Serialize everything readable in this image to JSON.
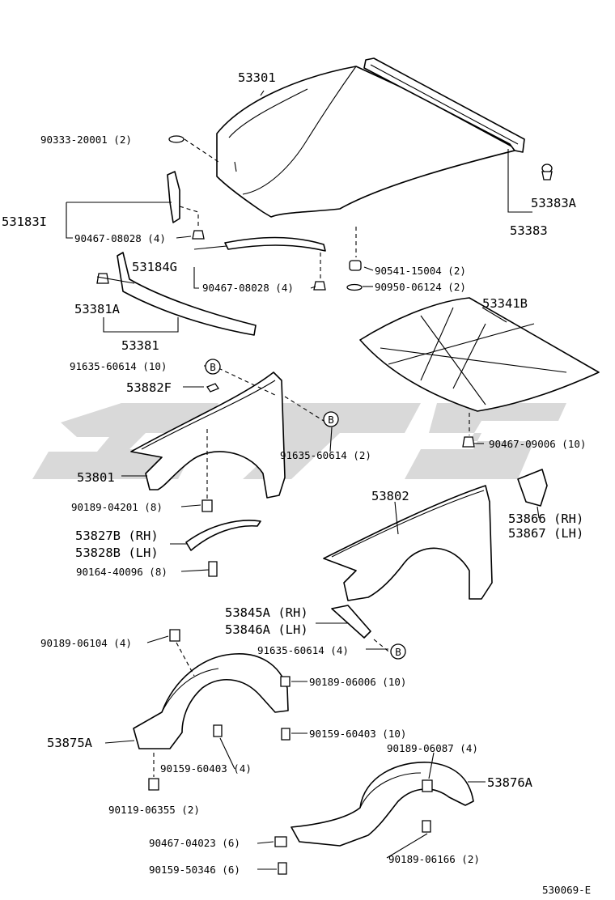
{
  "parts": {
    "p53301": "53301",
    "p90333": "90333-20001 (2)",
    "p53383A": "53383A",
    "p53383": "53383",
    "p53183I": "53183I",
    "p90467_08028_a": "90467-08028 (4)",
    "p53184G": "53184G",
    "p90467_08028_b": "90467-08028 (4)",
    "p90541": "90541-15004 (2)",
    "p90950": "90950-06124 (2)",
    "p53381A": "53381A",
    "p53381": "53381",
    "p53341B": "53341B",
    "p91635_10": "91635-60614 (10)",
    "p53882F": "53882F",
    "p91635_2": "91635-60614 (2)",
    "p90467_09006": "90467-09006 (10)",
    "p53801": "53801",
    "p53802": "53802",
    "p90189_04201": "90189-04201 (8)",
    "p53866": "53866 (RH)",
    "p53867": "53867 (LH)",
    "p53827B": "53827B (RH)",
    "p53828B": "53828B (LH)",
    "p90164": "90164-40096 (8)",
    "p53845A": "53845A (RH)",
    "p53846A": "53846A (LH)",
    "p90189_06104": "90189-06104 (4)",
    "p91635_4": "91635-60614 (4)",
    "p90189_06006": "90189-06006 (10)",
    "p90159_60403_10": "90159-60403 (10)",
    "p53875A": "53875A",
    "p90159_60403_4": "90159-60403 (4)",
    "p90189_06087": "90189-06087 (4)",
    "p53876A": "53876A",
    "p90119": "90119-06355 (2)",
    "p90467_04023": "90467-04023 (6)",
    "p90189_06166": "90189-06166 (2)",
    "p90159_50346": "90159-50346 (6)"
  },
  "markers": {
    "b1": "B",
    "b2": "B",
    "b3": "B"
  },
  "footer": {
    "code": "530069-E"
  }
}
